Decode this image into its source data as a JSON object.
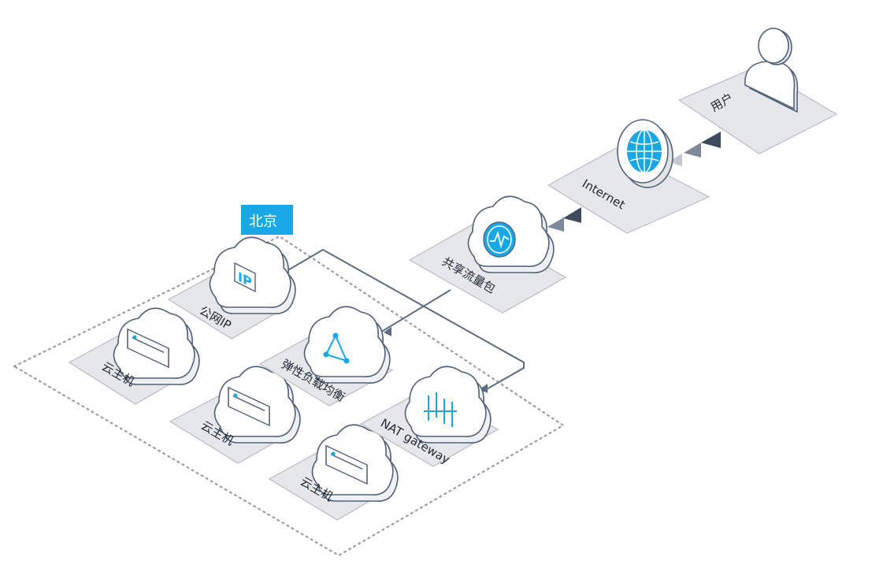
{
  "region": {
    "label": "北京",
    "color": "#1aa7e6"
  },
  "nodes": {
    "public_ip": {
      "label": "公网IP",
      "icon": "ip-icon",
      "icon_text": "IP"
    },
    "cvm_1": {
      "label": "云主机",
      "icon": "server-icon"
    },
    "cvm_2": {
      "label": "云主机",
      "icon": "server-icon"
    },
    "cvm_3": {
      "label": "云主机",
      "icon": "server-icon"
    },
    "clb": {
      "label": "弹性负载均衡",
      "icon": "load-balancer-icon"
    },
    "nat": {
      "label": "NAT gateway",
      "icon": "nat-gateway-icon"
    },
    "bandwidth": {
      "label": "共享流量包",
      "icon": "traffic-package-icon"
    },
    "internet": {
      "label": "Internet",
      "icon": "globe-icon"
    },
    "user": {
      "label": "用户",
      "icon": "user-icon"
    }
  },
  "colors": {
    "accent": "#1aa7e6",
    "wire": "#5d6b80",
    "plate": "#e6e7ea"
  }
}
